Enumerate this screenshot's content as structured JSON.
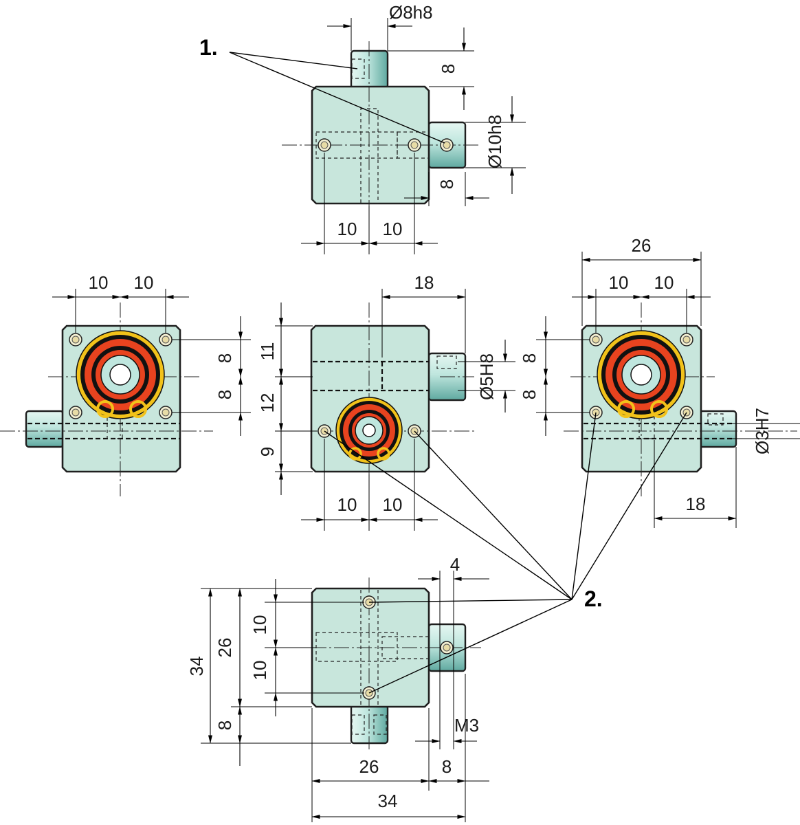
{
  "callouts": {
    "c1": "1.",
    "c2": "2."
  },
  "dims": {
    "top_d8h8": "Ø8h8",
    "top_8_a": "8",
    "top_d10h8": "Ø10h8",
    "top_8_b": "8",
    "top_10_l": "10",
    "top_10_r": "10",
    "left_10_l": "10",
    "left_10_r": "10",
    "left_8_a": "8",
    "left_8_b": "8",
    "mid_18": "18",
    "mid_11": "11",
    "mid_12": "12",
    "mid_9": "9",
    "mid_d5h8": "Ø5H8",
    "mid_10_l": "10",
    "mid_10_r": "10",
    "right_26": "26",
    "right_10_l": "10",
    "right_10_r": "10",
    "right_8_a": "8",
    "right_8_b": "8",
    "right_d3h7": "Ø3H7",
    "right_18": "18",
    "bot_4": "4",
    "bot_10_a": "10",
    "bot_10_b": "10",
    "bot_26_v": "26",
    "bot_34_v": "34",
    "bot_8_v": "8",
    "bot_m3": "M3",
    "bot_26_h": "26",
    "bot_8_h": "8",
    "bot_34_h": "34"
  },
  "colors": {
    "body_fill": "#c8e6dc",
    "shaft_light": "#dff4ef",
    "shaft_dark": "#5fa9a0",
    "ring_yellow": "#f2c21a",
    "ring_red": "#e8431f",
    "ring_black": "#111111",
    "bore_fill": "#7fcfc4"
  },
  "icons": {
    "arrowhead": "arrowhead-icon",
    "hole": "screw-hole-icon",
    "bearing": "bearing-seal-icon"
  }
}
